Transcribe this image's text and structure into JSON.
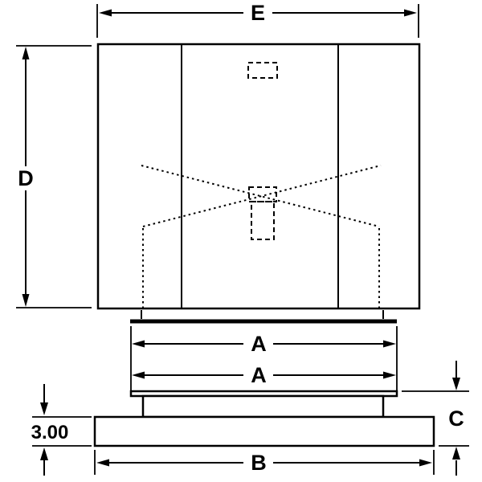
{
  "drawing": {
    "labels": {
      "top_width": "E",
      "overall_height": "D",
      "inner_width_upper": "A",
      "inner_width_lower": "A",
      "base_width": "B",
      "pedestal_height": "C",
      "base_plate_height": "3.00"
    },
    "colors": {
      "line": "#000000",
      "background": "#ffffff"
    }
  }
}
